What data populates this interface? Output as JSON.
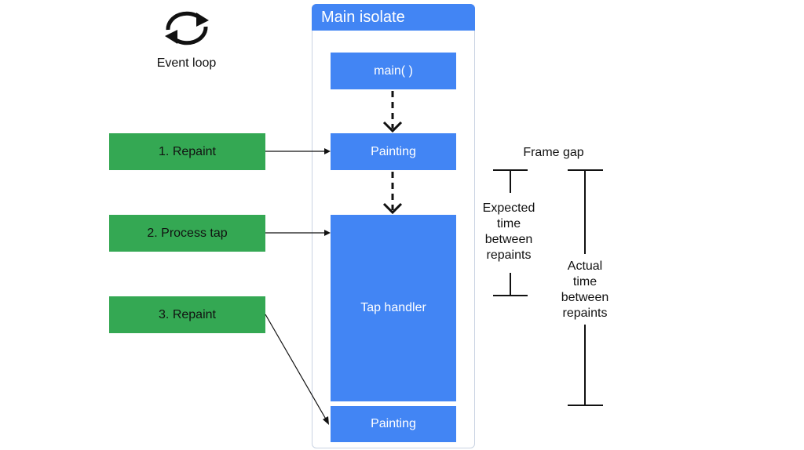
{
  "event_loop": {
    "label": "Event loop",
    "icon": "sync-arrows-icon"
  },
  "isolate": {
    "title": "Main isolate",
    "blocks": [
      {
        "id": "main",
        "label": "main( )"
      },
      {
        "id": "painting1",
        "label": "Painting"
      },
      {
        "id": "tap-handler",
        "label": "Tap handler"
      },
      {
        "id": "painting2",
        "label": "Painting"
      }
    ]
  },
  "queue": [
    {
      "label": "1. Repaint",
      "target": "painting1"
    },
    {
      "label": "2. Process tap",
      "target": "tap-handler"
    },
    {
      "label": "3. Repaint",
      "target": "painting2"
    }
  ],
  "frame_gap": {
    "title": "Frame gap",
    "expected_label": [
      "Expected",
      "time",
      "between",
      "repaints"
    ],
    "actual_label": [
      "Actual",
      "time",
      "between",
      "repaints"
    ]
  },
  "colors": {
    "isolate_blue": "#4285f4",
    "queue_green": "#34a853"
  }
}
